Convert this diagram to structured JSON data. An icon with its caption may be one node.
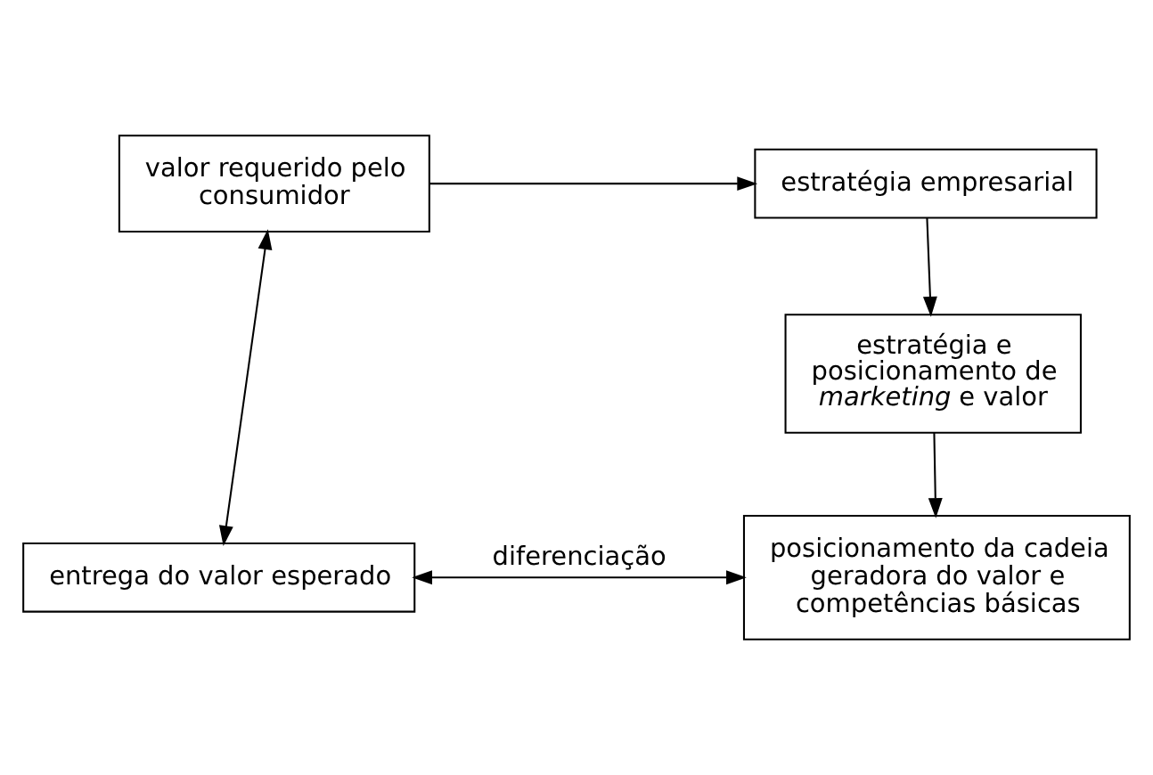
{
  "diagram": {
    "nodes": [
      {
        "text": [
          "valor requerido pelo consumidor"
        ]
      },
      {
        "text": [
          "estratégia empresarial"
        ]
      },
      {
        "text": [
          "estratégia e posicionamento de *marketing* e valor"
        ]
      },
      {
        "text": [
          "entrega do valor esperado"
        ]
      },
      {
        "text": [
          "posicionamento da cadeia geradora do valor e competências básicas"
        ]
      }
    ],
    "edges": [
      {
        "from": 0,
        "to": 1,
        "arrow": "to"
      },
      {
        "from": 1,
        "to": 2,
        "arrow": "to"
      },
      {
        "from": 2,
        "to": 4,
        "arrow": "to"
      },
      {
        "from": 0,
        "to": 3,
        "arrow": "both"
      },
      {
        "from": 3,
        "to": 4,
        "arrow": "both",
        "label": "diferenciação"
      }
    ]
  }
}
